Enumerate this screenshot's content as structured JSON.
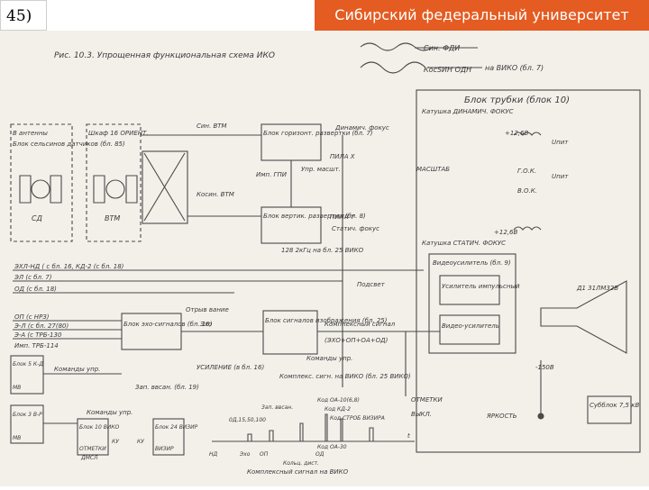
{
  "slide_number": "45)",
  "banner": "Сибирский федеральный университет",
  "figure_title": "Рис. 10.3. Упрощенная функциональная схема ИКО",
  "blocks": {
    "horizontal_scan": "Блок горизонт. развертки (бл. 7)",
    "vertical_scan": "Блок вертик. развертки (бл. 8)",
    "echo_signals": "Блок эхо-сигналов (бл. 19)",
    "image_signals": "Блок сигналов изображения (бл. 25)",
    "tube_block": "Блок трубки (блок 10)",
    "video_amp": "Видеоусилитель (бл. 9)",
    "pulse_amp": "Усилитель импульсный",
    "video_amp_inner": "Видео-усилитель",
    "sensor_block": "Блок сельсинов датчиков (бл. 85)",
    "cabinet": "Шкаф 16 ОРИЕНТ.",
    "north_antenna": "В антенны",
    "block10": "Блок 10 ВИКО",
    "block24": "Блок 24 ВИЗИР",
    "subblock": "Субблок 7,5 кВ"
  },
  "labels": {
    "sync_fdi": "Син. ФДИ",
    "cos_sin_odn": "КосSИН ОДН",
    "to_viko": "на ВИКО (бл. 7)",
    "sin_rtm": "Син. ВТМ",
    "cos_rtm": "Косин. ВТМ",
    "coil_dynamic": "Катушка ДИНАМИЧ. ФОКУС",
    "dynamic_focus": "Динамич. фокус",
    "plus12_1": "+12,6В",
    "upit1": "Uпит",
    "upit2": "Uпит",
    "gok": "Г.О.К.",
    "vok": "В.О.К.",
    "pila_x": "ПИЛА X",
    "pila_y": "ПИЛА Y",
    "masshtab": "МАСШТАБ",
    "upr_mashtab": "Упр. масшт.",
    "imp_gpi": "Имп. ГПИ",
    "static_focus": "Статич. фокус",
    "plus12_2": "+12,6В",
    "coil_static": "Катушка СТАТИЧ. ФОКУС",
    "freq": "128 2кГц на бл. 25 ВИКО",
    "sd": "СД",
    "vtm": "ВТМ",
    "input1": "ЭХЛ-НД ( с бл. 16, КД-2 (с бл. 18)",
    "input2": "ЭЛ (с бл. 7)",
    "input3": "ОД (с бл. 18)",
    "podsvet": "Подсвет",
    "tube_label": "Д1 31ЛМ32В",
    "op_nrz": "ОП (с НРЗ)",
    "e_l": "Э-Л (с бл. 27(80)",
    "e_a": "Э-А (с ТРБ-130",
    "imp_trb": "Имп. ТРБ-114",
    "ozhidanie": "Отрыв вание",
    "echo": "Эхо",
    "complex_signal": "Комплексный сигнал",
    "echo_sum": "(ЭХО+ОП+ОА+ОД)",
    "usilenie": "УСИЛЕНИЕ (в бл. 16)",
    "komandy_upr1": "Команды упр.",
    "komandy_upr2": "Команды упр.",
    "komandy_upr3": "Команды упр.",
    "complex_viko": "Комплекс. сигн. на ВИКО (бл. 25 ВИКО)",
    "otmetki": "ОТМЕТКИ",
    "vykl": "ВЫКЛ.",
    "minus150": "-150В",
    "yarkost": "ЯРКОСТЬ",
    "zap_vpis": "Зап. ввсан. (бл. 19)",
    "blok_left1": "Блок 5 К-Д",
    "mv1": "МВ",
    "blok_left2": "Блок 3 В-Р",
    "mv2": "МВ",
    "ku1": "КУ",
    "ku2": "КУ",
    "otmetki_small": "ОТМЕТКИ",
    "vizir_small": "ВИЗИР",
    "dmsl": "ДМСЛ",
    "bottom_nd": "НД",
    "bottom_ehoad": "Эхо",
    "bottom_op": "ОП",
    "bottom_zap": "Зап. ввсан.",
    "bottom_kod1": "Код ОА-10(6,8)",
    "bottom_kod2": "Код КД-2",
    "bottom_kod3": "Код СТРОБ ВИЗИРА",
    "bottom_od": "ОД",
    "bottom_kod30": "Код ОА-30",
    "bottom_kod_dist": "Кольц. дист.",
    "bottom_caption": "Комплексный сигнал на ВИКО",
    "bottom_time": "0Д,15,50,100",
    "bottom_t": "t"
  }
}
